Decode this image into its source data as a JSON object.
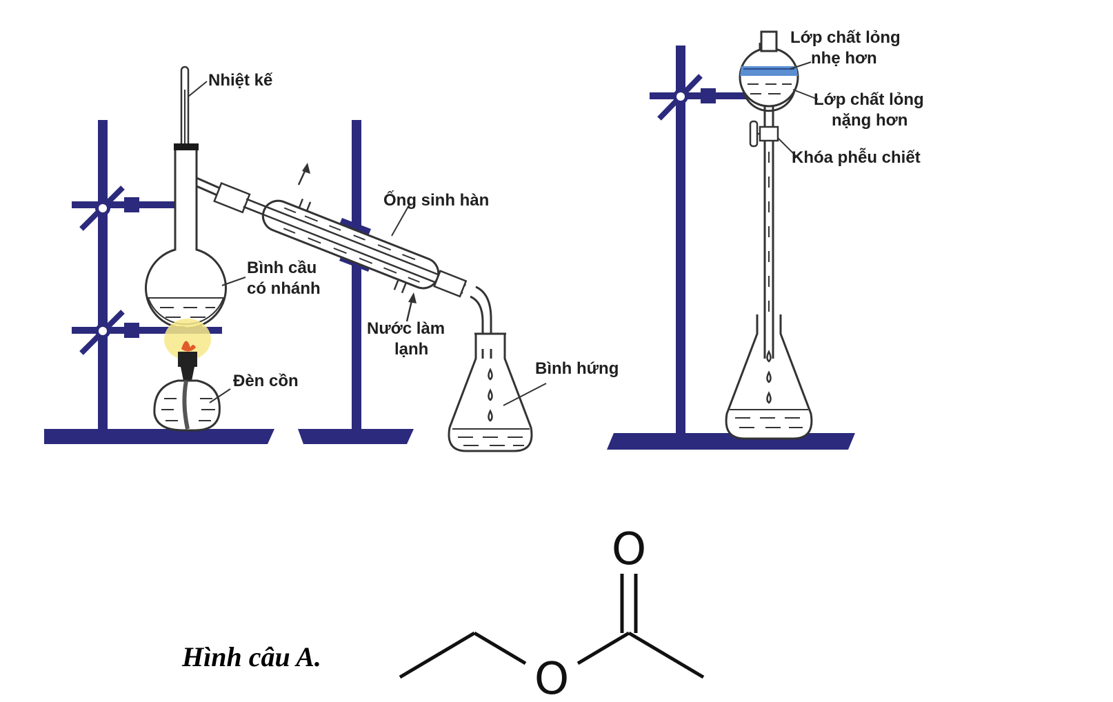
{
  "colors": {
    "stand": "#2b2a7c",
    "glass": "#333333",
    "liquid_light": "#5b8fd1",
    "flame_glow": "#f7e98a"
  },
  "labels": {
    "thermometer": "Nhiệt kế",
    "flask_line1": "Bình cầu",
    "flask_line2": "có nhánh",
    "alcohol_lamp": "Đèn cồn",
    "condenser": "Ống sinh hàn",
    "cooling_water_line1": "Nước làm",
    "cooling_water_line2": "lạnh",
    "receiver": "Bình hứng",
    "lighter_layer_line1": "Lớp chất lỏng",
    "lighter_layer_line2": "nhẹ hơn",
    "heavier_layer_line1": "Lớp chất lỏng",
    "heavier_layer_line2": "nặng hơn",
    "funnel_stopcock": "Khóa phễu chiết"
  },
  "structure": {
    "oxygen_carbonyl": "O",
    "oxygen_ester": "O"
  },
  "caption": "Hình câu A."
}
